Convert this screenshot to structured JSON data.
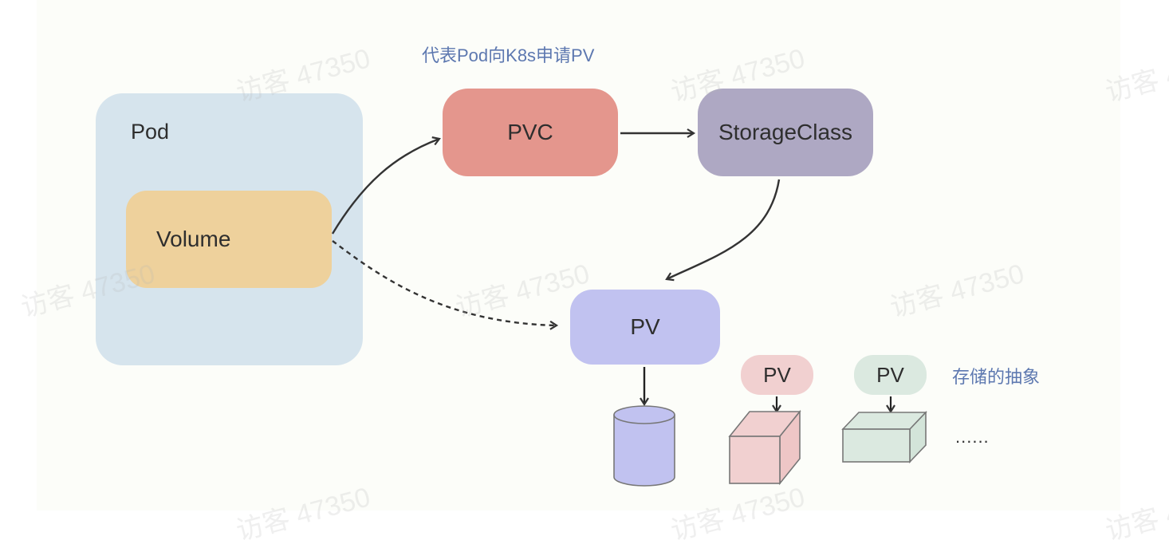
{
  "diagram": {
    "pod_label": "Pod",
    "volume_label": "Volume",
    "pvc_label": "PVC",
    "storageclass_label": "StorageClass",
    "pv_main_label": "PV",
    "pv_red_label": "PV",
    "pv_green_label": "PV",
    "note_pvc": "代表Pod向K8s申请PV",
    "note_storage": "存储的抽象",
    "ellipsis": "......",
    "watermark": "访客 47350"
  },
  "colors": {
    "pod": "#d6e4ed",
    "volume": "#eed19c",
    "pvc": "#e4968d",
    "storageclass": "#aea8c3",
    "pv_main": "#c1c2f0",
    "pv_red": "#f1d0d0",
    "pv_green": "#dbe9e0",
    "note_text": "#5d78b0"
  }
}
